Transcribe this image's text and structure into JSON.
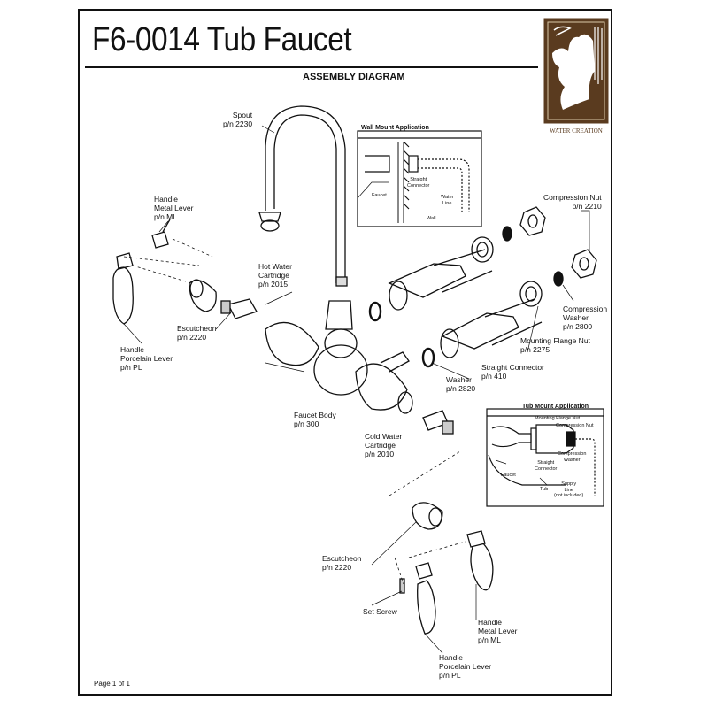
{
  "header": {
    "title": "F6-0014 Tub Faucet",
    "subtitle": "ASSEMBLY DIAGRAM",
    "brand": "WATER CREATION"
  },
  "parts": {
    "spout": "Spout\np/n 2230",
    "handle_metal_lever_left": "Handle\nMetal Lever\np/n ML",
    "handle_porcelain_left": "Handle\nPorcelain Lever\np/n PL",
    "escutcheon_left": "Escutcheon\np/n 2220",
    "hot_water_cartridge": "Hot Water\nCartridge\np/n 2015",
    "faucet_body": "Faucet Body\np/n 300",
    "cold_water_cartridge": "Cold Water\nCartridge\np/n 2010",
    "compression_nut": "Compression Nut\np/n 2210",
    "compression_washer": "Compression\nWasher\np/n 2800",
    "mounting_flange_nut": "Mounting Flange Nut\np/n 2275",
    "straight_connector": "Straight Connector\np/n 410",
    "washer": "Washer\np/n 2820",
    "escutcheon_right": "Escutcheon\np/n 2220",
    "set_screw": "Set Screw",
    "handle_metal_lever_right": "Handle\nMetal Lever\np/n ML",
    "handle_porcelain_right": "Handle\nPorcelain Lever\np/n PL"
  },
  "wall_mount": {
    "title": "Wall Mount Application",
    "faucet": "Faucet",
    "straight_connector": "Straight\nConnector",
    "water_line": "Water\nLine",
    "wall": "Wall"
  },
  "tub_mount": {
    "title": "Tub Mount Application",
    "mounting_flange_nut": "Mounting Flange Nut",
    "compression_nut": "Compression Nut",
    "straight_connector": "Straight\nConnector",
    "compression_washer": "Compression\nWasher",
    "faucet": "Faucet",
    "tub": "Tub",
    "supply_line": "Supply\nLine\n(not included)"
  },
  "footer": {
    "page": "Page 1 of 1"
  }
}
